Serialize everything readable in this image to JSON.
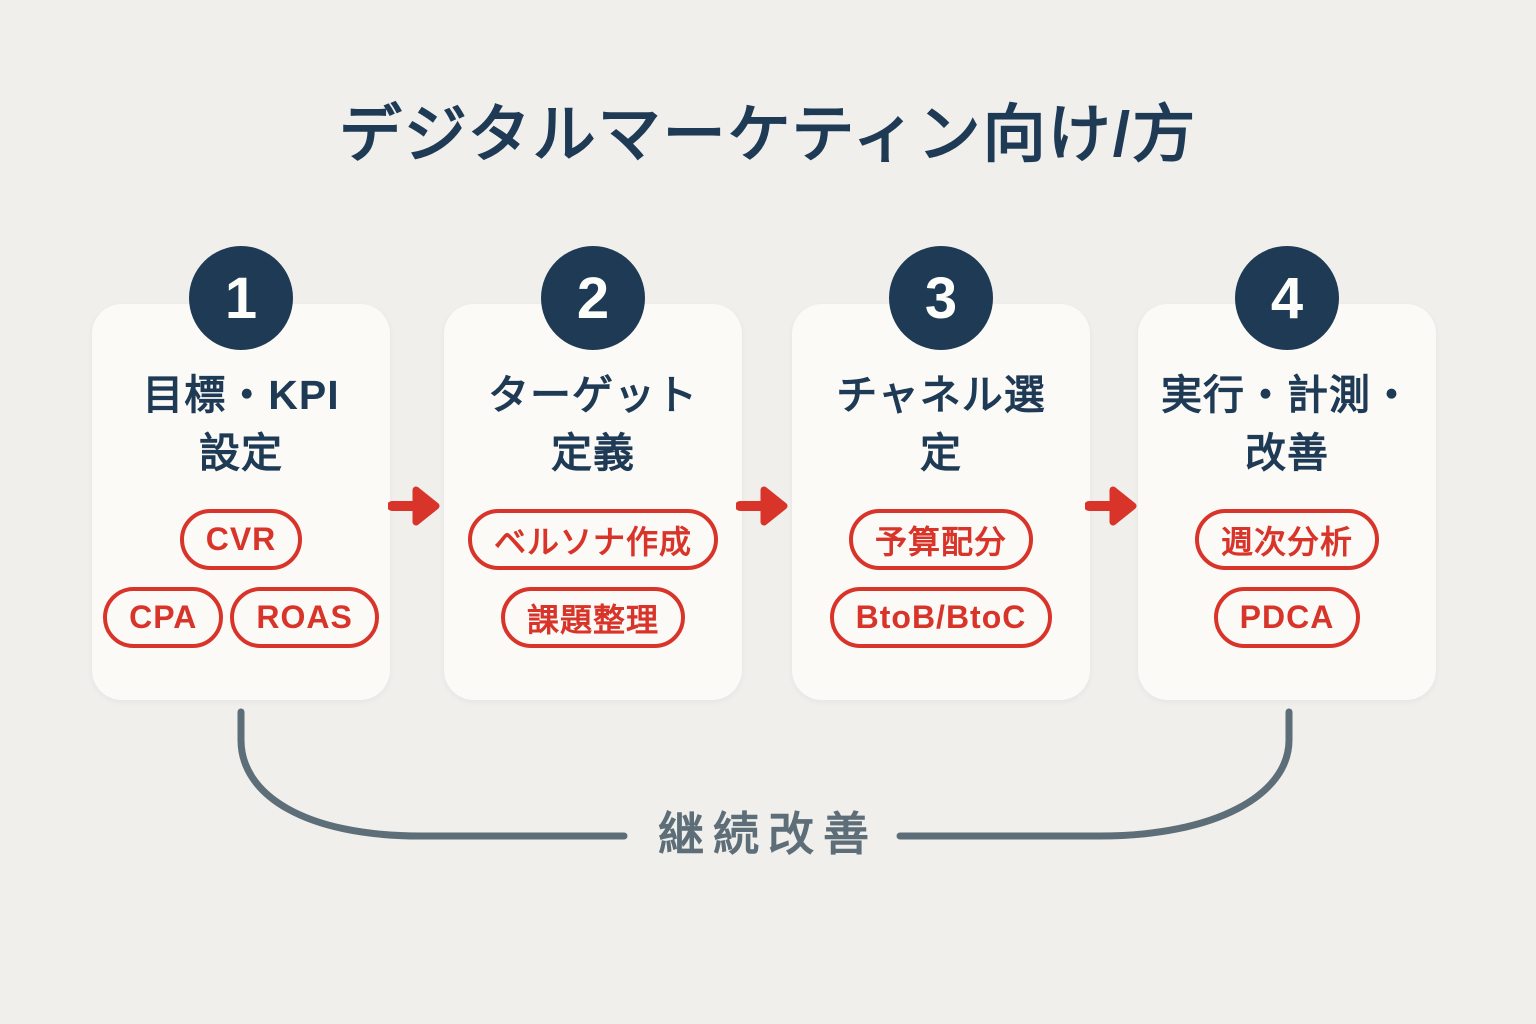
{
  "title": "デジタルマーケティン向け/方",
  "colors": {
    "navy": "#1e3a55",
    "red": "#d8342a",
    "slate": "#5e6e78",
    "bg": "#f0efec",
    "card": "#fbfaf7"
  },
  "steps": [
    {
      "number": "1",
      "title_line1": "目標・KPI",
      "title_line2": "設定",
      "tags": [
        "CVR",
        "CPA",
        "ROAS"
      ]
    },
    {
      "number": "2",
      "title_line1": "ターゲット",
      "title_line2": "定義",
      "tags": [
        "ベルソナ作成",
        "課題整理"
      ]
    },
    {
      "number": "3",
      "title_line1": "チャネル選",
      "title_line2": "定",
      "tags": [
        "予算配分",
        "BtoB/BtoC"
      ]
    },
    {
      "number": "4",
      "title_line1": "実行・計測・",
      "title_line2": "改善",
      "tags": [
        "週次分析",
        "PDCA"
      ]
    }
  ],
  "footer": {
    "loop_label": "継続改善"
  }
}
